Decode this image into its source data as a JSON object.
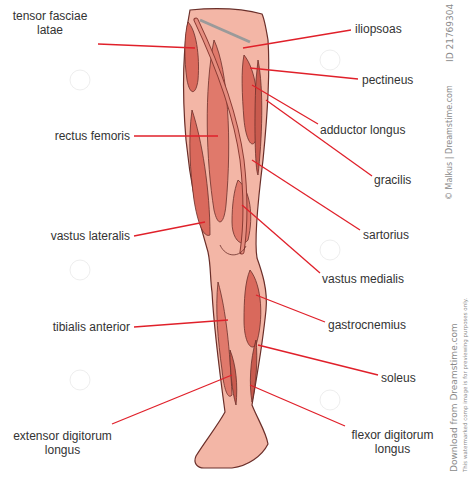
{
  "diagram": {
    "labels": [
      "tensor fasciae latae",
      "rectus femoris",
      "vastus lateralis",
      "tibialis anterior",
      "extensor digitorum longus",
      "iliopsoas",
      "pectineus",
      "adductor longus",
      "gracilis",
      "sartorius",
      "vastus medialis",
      "gastrocnemius",
      "soleus",
      "flexor digitorum longus",
      "ID 21769304",
      "© Malkus | Dreamstime.com",
      "Download from Dreamstime.com",
      "This watermarked comp image is for previewing purposes only."
    ]
  }
}
